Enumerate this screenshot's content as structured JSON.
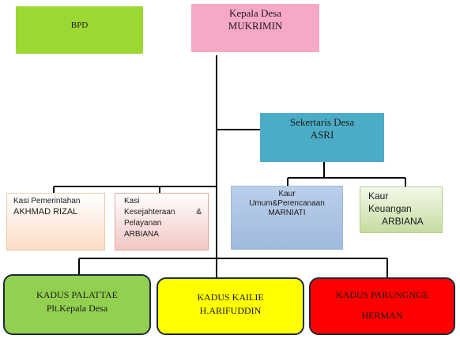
{
  "bpd": {
    "label": "BPD"
  },
  "kepala_desa": {
    "title": "Kepala Desa",
    "name": "MUKRIMIN"
  },
  "sekretaris_desa": {
    "title": "Sekertaris Desa",
    "name": "ASRI"
  },
  "kasi_pemerintahan": {
    "title": "Kasi Pemerintahan",
    "name": "AKHMAD RIZAL"
  },
  "kasi_kesejahteraan": {
    "line1": "Kasi",
    "line2a": "Kesejahteraan",
    "line2b": "&",
    "line3": "Pelayanan",
    "name": "ARBIANA"
  },
  "kaur_umum": {
    "line1": "Kaur",
    "line2": "Umum&Perencanaan",
    "name": "MARNIATI"
  },
  "kaur_keuangan": {
    "line1": "Kaur",
    "line2": "Keuangan",
    "name": "ARBIANA"
  },
  "kadus": [
    {
      "title": "KADUS PALATTAE",
      "name": "Plt.Kepala Desa"
    },
    {
      "title": "KADUS KAILIE",
      "name": "H.ARIFUDDIN"
    },
    {
      "title": "KADUS PARUNGNGE",
      "name": "HERMAN"
    }
  ],
  "colors": {
    "bpd": "#9dd832",
    "kepala_desa": "#f7a8c7",
    "sekretaris_desa": "#4bacc6",
    "kadus_palattae": "#92d050",
    "kadus_kailie": "#ffff00",
    "kadus_parungnge": "#ff0000",
    "connector": "#000000"
  }
}
